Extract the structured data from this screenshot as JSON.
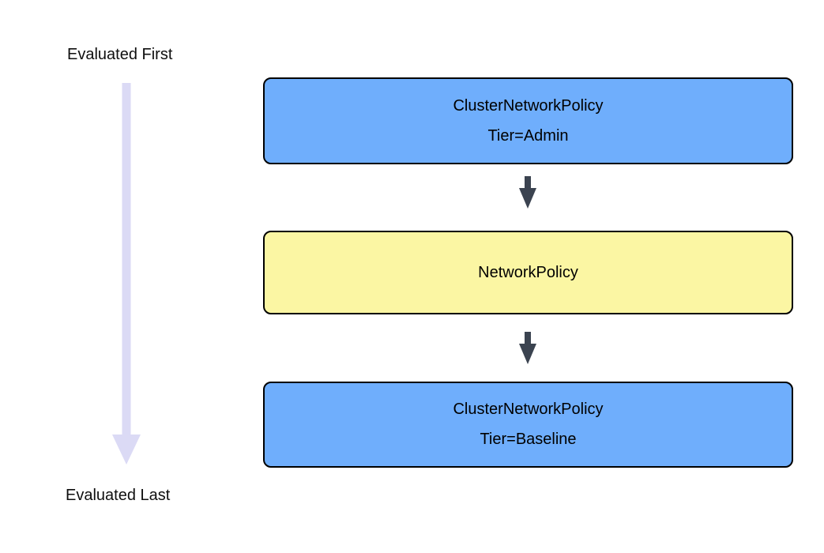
{
  "diagram": {
    "evaluation_order": {
      "first_label": "Evaluated First",
      "last_label": "Evaluated Last"
    },
    "nodes": [
      {
        "title": "ClusterNetworkPolicy",
        "subtitle": "Tier=Admin",
        "fill": "#6FAEFC"
      },
      {
        "title": "NetworkPolicy",
        "subtitle": "",
        "fill": "#FBF6A3"
      },
      {
        "title": "ClusterNetworkPolicy",
        "subtitle": "Tier=Baseline",
        "fill": "#6FAEFC"
      }
    ],
    "connectors": [
      {
        "from": 0,
        "to": 1,
        "direction": "down"
      },
      {
        "from": 1,
        "to": 2,
        "direction": "down"
      }
    ],
    "colors": {
      "background": "#FFFFFF",
      "node_blue": "#6FAEFC",
      "node_yellow": "#FBF6A3",
      "node_border": "#000000",
      "node_text": "#000000",
      "flow_arrow": "#3B4350",
      "order_arrow": "#DBDAF5",
      "label_text": "#0F0F0F"
    }
  }
}
